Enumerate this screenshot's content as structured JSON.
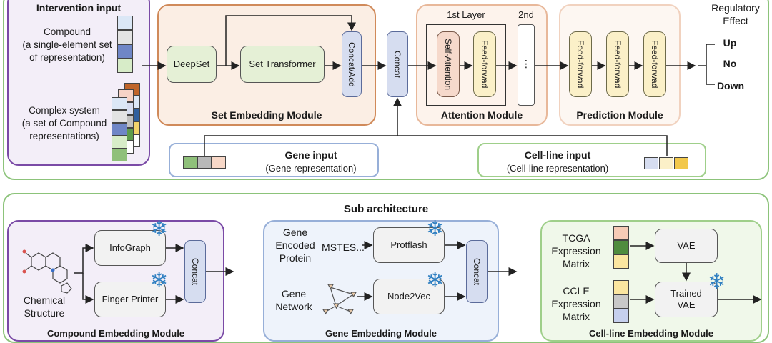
{
  "intervention": {
    "title": "Intervention input",
    "compound": [
      "Compound",
      "(a single-element set",
      "of representation)"
    ],
    "complex": [
      "Complex system",
      "(a set of Compound",
      "representations)"
    ]
  },
  "set_embedding": {
    "title": "Set Embedding Module",
    "deepset": "DeepSet",
    "set_transformer": "Set Transformer",
    "concat_add": "Concat/Add"
  },
  "concat_main": "Concat",
  "attention": {
    "title": "Attention Module",
    "first_layer": "1st Layer",
    "second": "2nd",
    "self_attention": "Self-Attention",
    "feed_forward": "Feed-forwad",
    "dots": "⋮"
  },
  "prediction": {
    "title": "Prediction Module",
    "ff1": "Feed-forwad",
    "ff2": "Feed-forwad",
    "ff3": "Feed-forwad"
  },
  "regulatory": {
    "title": [
      "Regulatory",
      "Effect"
    ],
    "up": "Up",
    "no": "No",
    "down": "Down"
  },
  "gene_input": {
    "title": "Gene input",
    "subtitle": "(Gene representation)"
  },
  "cell_input": {
    "title": "Cell-line input",
    "subtitle": "(Cell-line representation)"
  },
  "sub_architecture": {
    "title": "Sub architecture",
    "compound": {
      "infograph": "InfoGraph",
      "finger_printer": "Finger Printer",
      "concat": "Concat",
      "chemical": [
        "Chemical",
        "Structure"
      ],
      "bottom_label": "Compound Embedding Module"
    },
    "gene": {
      "encoded_protein": [
        "Gene",
        "Encoded",
        "Protein"
      ],
      "mstes": "MSTES...",
      "protflash": "Protflash",
      "gene_network": [
        "Gene",
        "Network"
      ],
      "node2vec": "Node2Vec",
      "concat": "Concat",
      "bottom_label": "Gene Embedding Module"
    },
    "cell": {
      "tcga": [
        "TCGA",
        "Expression",
        "Matrix"
      ],
      "ccle": [
        "CCLE",
        "Expression",
        "Matrix"
      ],
      "vae": "VAE",
      "trained_vae": [
        "Trained",
        "VAE"
      ],
      "bottom_label": "Cell-line Embedding Module"
    }
  },
  "icons": {
    "freeze": "snowflake-icon",
    "molecule": "molecule-icon",
    "network": "network-icon"
  },
  "colors": {
    "panel_green": "#8cc37a",
    "purple": "#7a4aa6",
    "orange": "#d08a5a",
    "blue": "#97afd8",
    "snowflake": "#2f7fc1"
  }
}
